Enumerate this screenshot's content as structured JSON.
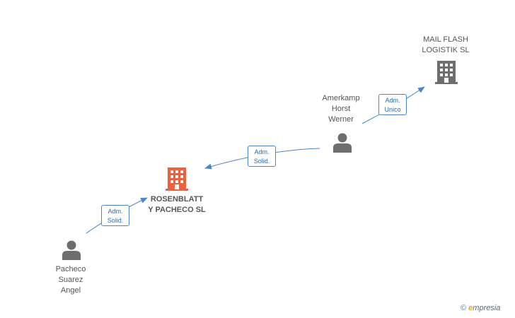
{
  "nodes": {
    "mail_flash": {
      "name": "MAIL FLASH\nLOGISTIK  SL",
      "type": "company",
      "color": "#6e6e6e"
    },
    "rosenblatt": {
      "name": "ROSENBLATT\nY PACHECO SL",
      "type": "company",
      "color": "#f0603a"
    },
    "amerkamp": {
      "name": "Amerkamp\nHorst\nWerner",
      "type": "person",
      "color": "#6e6e6e"
    },
    "pacheco": {
      "name": "Pacheco\nSuarez\nAngel",
      "type": "person",
      "color": "#6e6e6e"
    }
  },
  "edges": [
    {
      "from": "amerkamp",
      "to": "mail_flash",
      "line1": "Adm.",
      "line2": "Unico"
    },
    {
      "from": "amerkamp",
      "to": "rosenblatt",
      "line1": "Adm.",
      "line2": "Solid."
    },
    {
      "from": "pacheco",
      "to": "rosenblatt",
      "line1": "Adm.",
      "line2": "Solid."
    }
  ],
  "colors": {
    "edge": "#4a86c8"
  },
  "brand": {
    "copyright": "©",
    "initial": "e",
    "rest": "mpresia"
  }
}
